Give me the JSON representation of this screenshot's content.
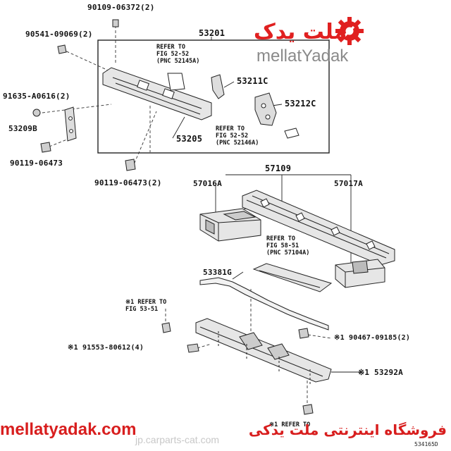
{
  "brand": {
    "name_fa": "ملت یدک",
    "name_en": "mellatYadak",
    "site": "mellatyadak.com",
    "shop_fa": "فروشگاه اینترنتی ملت یدکی",
    "watermark": "jp.carparts-cat.com",
    "logo_color": "#e02020"
  },
  "figure_id": "534165D",
  "parts": {
    "p1": "90109-06372(2)",
    "p2": "90541-09069(2)",
    "p3": "53201",
    "p4": "91635-A0616(2)",
    "p5": "53209B",
    "p6": "90119-06473",
    "p7": "90119-06473(2)",
    "p8": "53211C",
    "p9": "53212C",
    "p10": "53205",
    "p11": "57109",
    "p12": "57016A",
    "p13": "57017A",
    "p14": "53381G",
    "p15": "※1 90467-09185(2)",
    "p16": "※1 91553-80612(4)",
    "p17": "※1 53292A"
  },
  "refs": {
    "r1": [
      "REFER TO",
      "FIG 52-52",
      "(PNC 52145A)"
    ],
    "r2": [
      "REFER TO",
      "FIG 52-52",
      "(PNC 52146A)"
    ],
    "r3": [
      "REFER TO",
      "FIG 58-51",
      "(PNC 57104A)"
    ],
    "r4": [
      "※1 REFER TO",
      "FIG 53-51"
    ],
    "r5": [
      "※1 REFER TO"
    ]
  }
}
